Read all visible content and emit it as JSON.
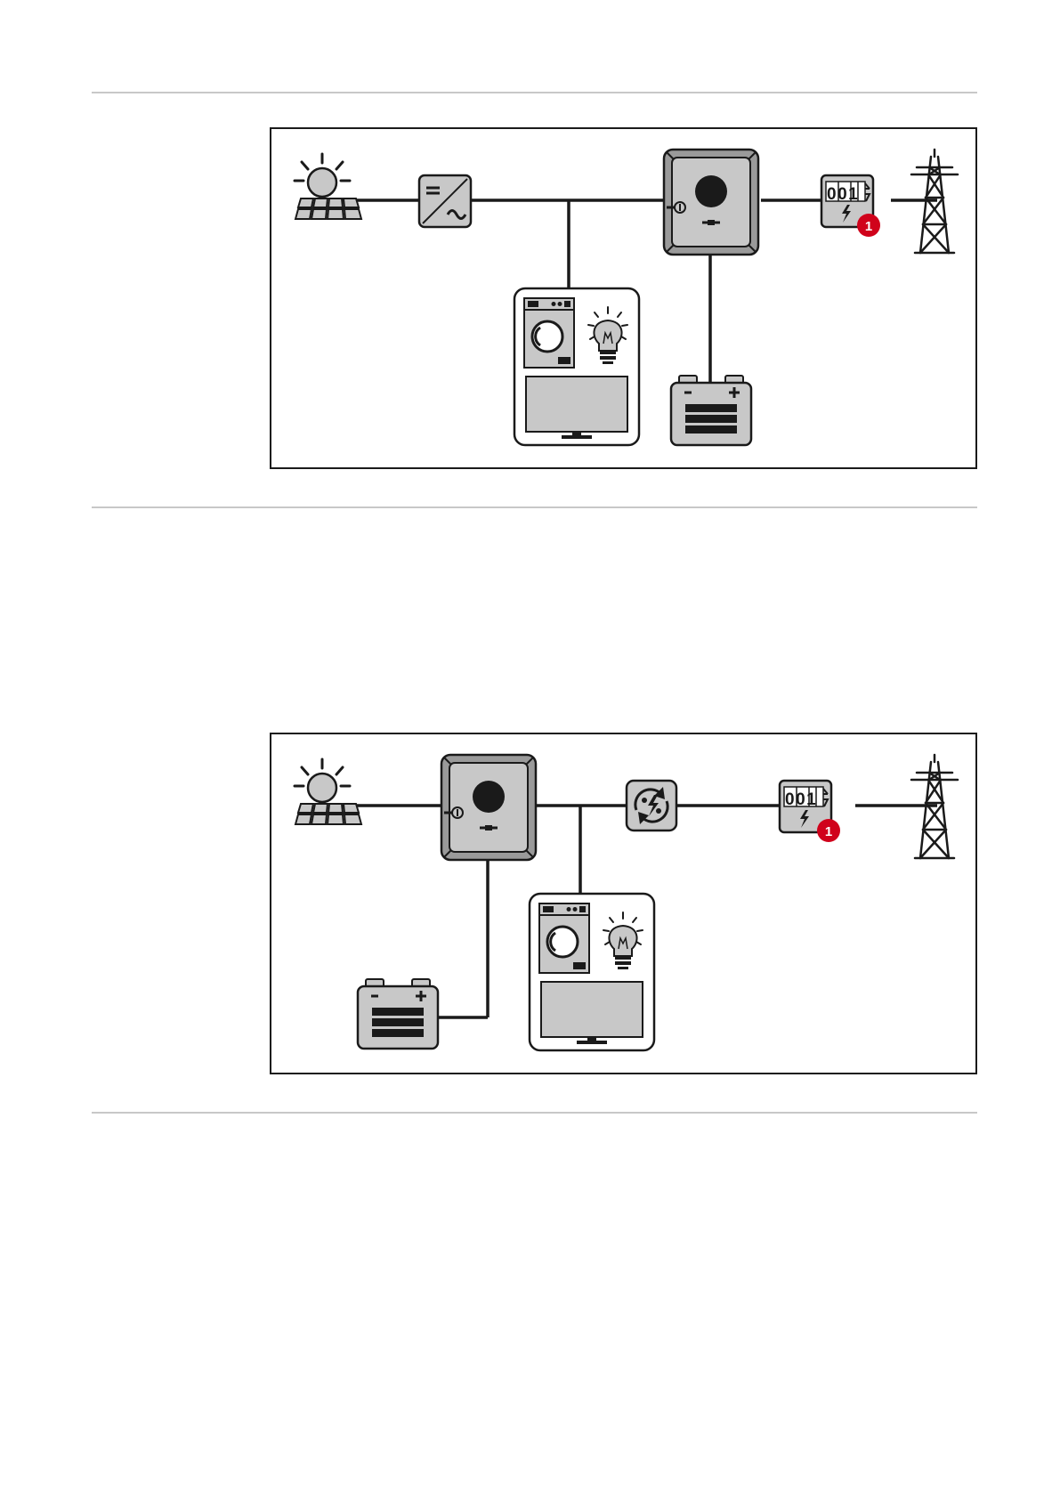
{
  "figures": [
    {
      "meter": {
        "reading": "001",
        "badge": "1"
      }
    },
    {
      "meter": {
        "reading": "001",
        "badge": "1"
      }
    }
  ],
  "colors": {
    "line": "#1a1a1a",
    "device_fill": "#c8c8c8",
    "device_dark": "#9a9a9a",
    "badge": "#d0021b",
    "rule": "#c8c8c8"
  },
  "icons": [
    "sun-icon",
    "solar-panel-icon",
    "inverter-icon",
    "hybrid-inverter-icon",
    "energy-meter-icon",
    "power-pylon-icon",
    "consumers-icon",
    "battery-icon",
    "backup-switch-icon"
  ]
}
